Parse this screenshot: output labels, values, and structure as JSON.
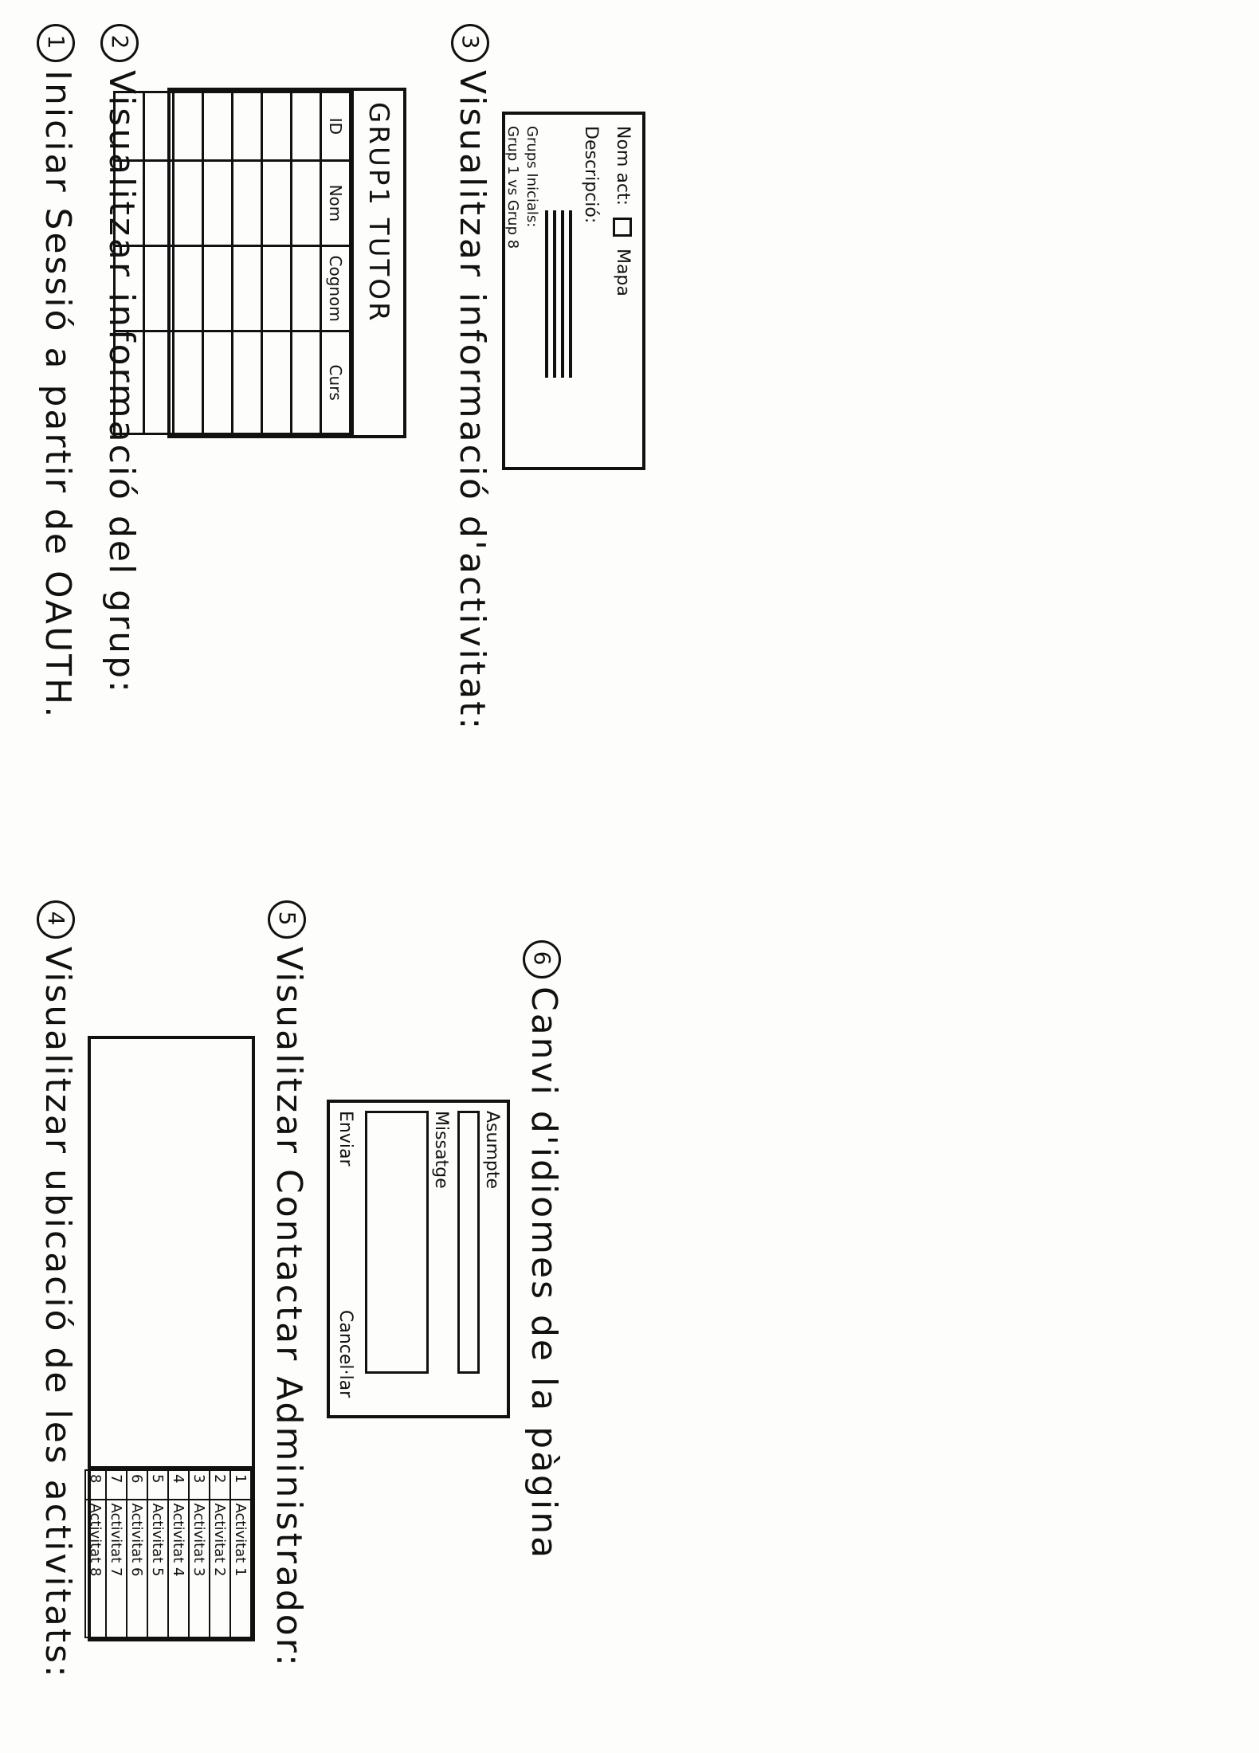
{
  "sections": [
    {
      "num": "1",
      "title": "Iniciar Sessió a partir de OAUTH."
    },
    {
      "num": "2",
      "title": "Visualitzar informació del grup:"
    },
    {
      "num": "3",
      "title": "Visualitzar informació d'activitat:"
    },
    {
      "num": "4",
      "title": "Visualitzar ubicació de les activitats:"
    },
    {
      "num": "5",
      "title": "Visualitzar Contactar Administrador:"
    },
    {
      "num": "6",
      "title": "Canvi d'idiomes de la pàgina"
    }
  ],
  "group_table": {
    "title": "GRUP1 TUTOR",
    "headers": [
      "ID",
      "Nom",
      "Cognom",
      "Curs"
    ]
  },
  "activity_info": {
    "name_label": "Nom act:",
    "map_label": "Mapa",
    "description_label": "Descripció:",
    "initial_groups_label": "Grups Inicials:",
    "groups_value": "Grup 1 vs Grup 8"
  },
  "activities": [
    {
      "num": "1",
      "label": "Activitat 1"
    },
    {
      "num": "2",
      "label": "Activitat 2"
    },
    {
      "num": "3",
      "label": "Activitat 3"
    },
    {
      "num": "4",
      "label": "Activitat 4"
    },
    {
      "num": "5",
      "label": "Activitat 5"
    },
    {
      "num": "6",
      "label": "Activitat 6"
    },
    {
      "num": "7",
      "label": "Activitat 7"
    },
    {
      "num": "8",
      "label": "Activitat 8"
    }
  ],
  "contact_form": {
    "subject_label": "Asumpte",
    "message_label": "Missatge",
    "send_label": "Enviar",
    "cancel_label": "Cancel·lar"
  }
}
